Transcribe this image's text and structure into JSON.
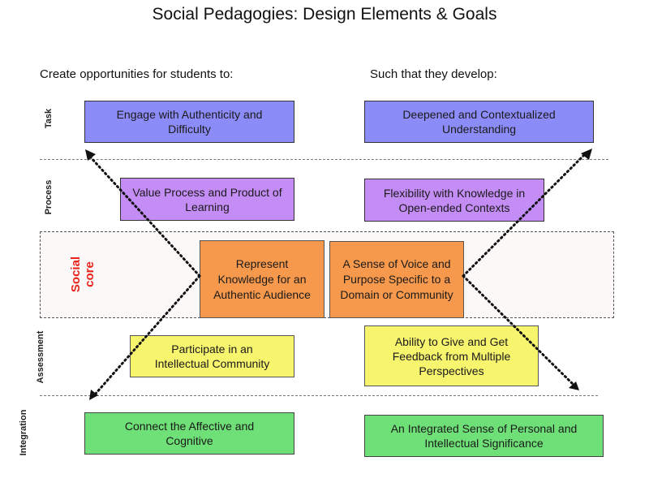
{
  "title": "Social Pedagogies: Design Elements & Goals",
  "columns": {
    "left_heading": "Create opportunities for students to:",
    "right_heading": "Such that they develop:"
  },
  "rows": {
    "task": {
      "label": "Task",
      "left": "Engage with Authenticity and Difficulty",
      "right": "Deepened and Contextualized Understanding"
    },
    "process": {
      "label": "Process",
      "left": "Value Process and Product of Learning",
      "right": "Flexibility with Knowledge in Open-ended Contexts"
    },
    "social": {
      "label_line1": "Social",
      "label_line2": "core",
      "left": "Represent Knowledge for an Authentic Audience",
      "right": "A Sense of Voice and Purpose Specific to a Domain or Community"
    },
    "assessment": {
      "label": "Assessment",
      "left": "Participate in an Intellectual Community",
      "right": "Ability to Give and Get Feedback from Multiple Perspectives"
    },
    "integration": {
      "label": "Integration",
      "left": "Connect the Affective and Cognitive",
      "right": "An Integrated Sense of Personal and Intellectual Significance"
    }
  },
  "colors": {
    "task": "#8c8cf8",
    "process": "#c48cf5",
    "social": "#f7994c",
    "assessment": "#f7f46e",
    "integration": "#6ee077",
    "social_label": "#e8231c"
  }
}
